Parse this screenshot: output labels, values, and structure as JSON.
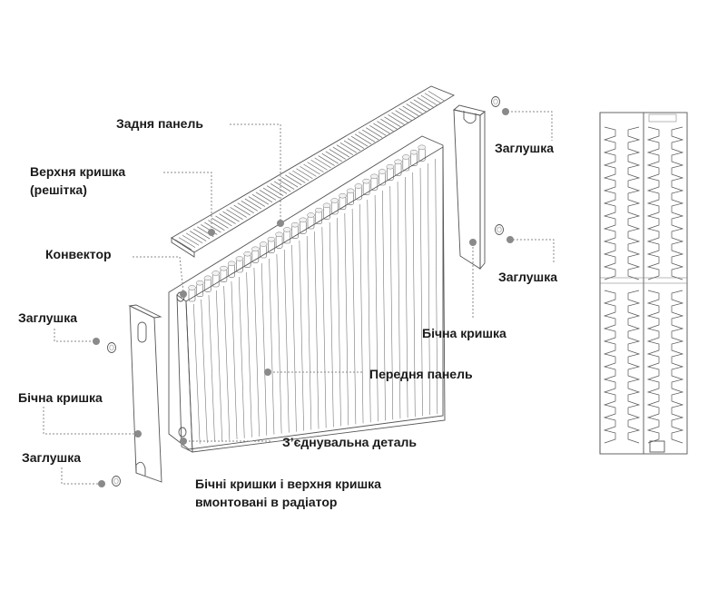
{
  "labels": {
    "back_panel": "Задня панель",
    "top_cover": "Верхня кришка",
    "top_cover_sub": "(решітка)",
    "convector": "Конвектор",
    "plug_left_top": "Заглушка",
    "side_cover_left": "Бічна кришка",
    "plug_left_bottom": "Заглушка",
    "plug_right_top": "Заглушка",
    "plug_right_middle": "Заглушка",
    "side_cover_right": "Бічна кришка",
    "front_panel": "Передня панель",
    "connector_part": "З’єднувальна деталь",
    "note_line1": "Бічні кришки і верхня кришка",
    "note_line2": "вмонтовані в радіатор"
  },
  "colors": {
    "text": "#1a1a1a",
    "line": "#555555",
    "leader": "#8a8a8a"
  }
}
